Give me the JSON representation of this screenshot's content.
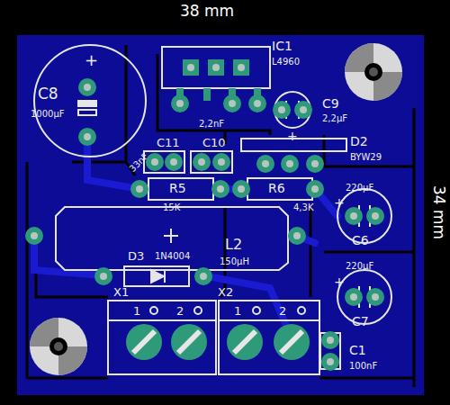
{
  "diagram": {
    "labels": [
      "38 mm",
      "IC1",
      "L4960",
      "+",
      "C8",
      "1000µF",
      "+",
      "C9",
      "2,2µF",
      "2,2nF",
      "33nF",
      "C11",
      "C10",
      "D2",
      "BYW29",
      "R5",
      "15K",
      "R6",
      "4,3K",
      "220µF",
      "+",
      "C6",
      "34 mm",
      "D3",
      "1N4004",
      "L2",
      "150µH",
      "220µF",
      "+",
      "C7",
      "X1",
      "X2",
      "1",
      "2",
      "1",
      "2",
      "C1",
      "100nF"
    ]
  }
}
